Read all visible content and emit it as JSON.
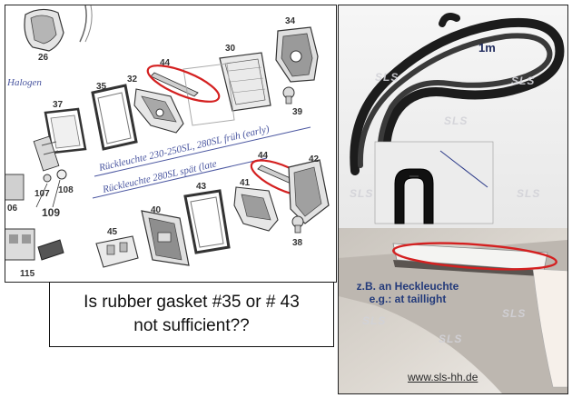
{
  "diagram": {
    "part_numbers": [
      "26",
      "34",
      "30",
      "44",
      "32",
      "35",
      "39",
      "37",
      "107",
      "108",
      "109",
      "06",
      "44",
      "42",
      "41",
      "43",
      "40",
      "45",
      "38",
      "115"
    ],
    "labels": {
      "halogen": "Halogen",
      "early": "Rückleuchte 230-250SL, 280SL früh (early)",
      "late": "Rückleuchte 280SL spät (late"
    },
    "highlight_color": "#d42020"
  },
  "question": {
    "line1": "Is rubber gasket #35 or # 43",
    "line2": "not sufficient??"
  },
  "photo": {
    "length_label": "1m",
    "caption_de": "z.B. an Heckleuchte",
    "caption_en": "e.g.: at taillight",
    "watermark": "SLS",
    "website": "www.sls-hh.de"
  }
}
